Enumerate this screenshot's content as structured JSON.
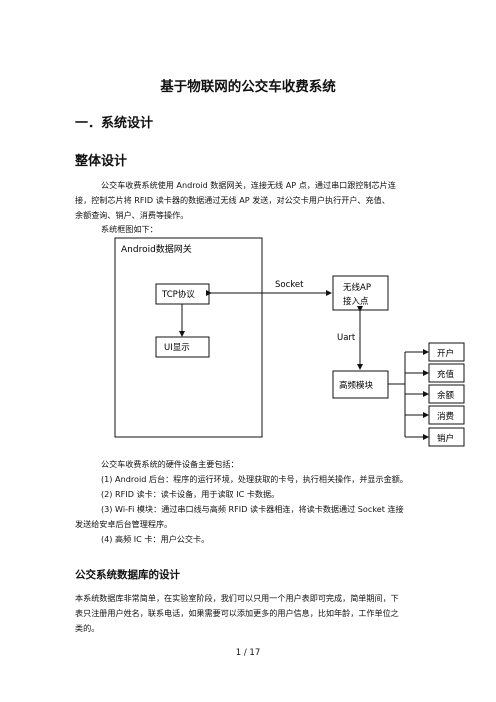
{
  "doc": {
    "title": "基于物联网的公交车收费系统",
    "section1": "一．系统设计",
    "section1_1": "整体设计",
    "intro_lines": [
      "公交车收费系统使用 Android 数据网关，连接无线 AP 点，通过串口跟控制芯片连",
      "接，控制芯片将 RFID 读卡器的数据通过无线 AP 发送，对公交卡用户执行开户、充值、",
      "余额查询、销户、消费等操作。"
    ],
    "frame_caption": "系统框图如下：",
    "diagram": {
      "gateway": "Android数据网关",
      "tcp": "TCP协议",
      "ui": "UI显示",
      "socket": "Socket",
      "ap_line1": "无线AP",
      "ap_line2": "接入点",
      "uart": "Uart",
      "rf": "高频模块",
      "ops": [
        "开户",
        "充值",
        "余额",
        "消费",
        "销户"
      ]
    },
    "hw_intro": "公交车收费系统的硬件设备主要包括：",
    "hw_items": [
      "(1)  Android 后台：程序的运行环境，处理获取的卡号，执行相关操作，并显示金额。",
      "(2) RFID 读卡：读卡设备，用于读取 IC 卡数据。",
      "(3)   Wi-Fi 模块：通过串口线与高频 RFID 读卡器相连，将读卡数据通过 Socket 连接",
      "发送给安卓后台管理程序。",
      "(4)  高频 IC 卡：用户公交卡。"
    ],
    "section1_2": "公交系统数据库的设计",
    "db_lines": [
      "本系统数据库非常简单，在实验室阶段，我们可以只用一个用户表即可完成，简单期间，下",
      "表只注册用户姓名，联系电话，如果需要可以添加更多的用户信息，比如年龄，工作单位之",
      "类的。"
    ],
    "page_num": "1  /  17"
  }
}
